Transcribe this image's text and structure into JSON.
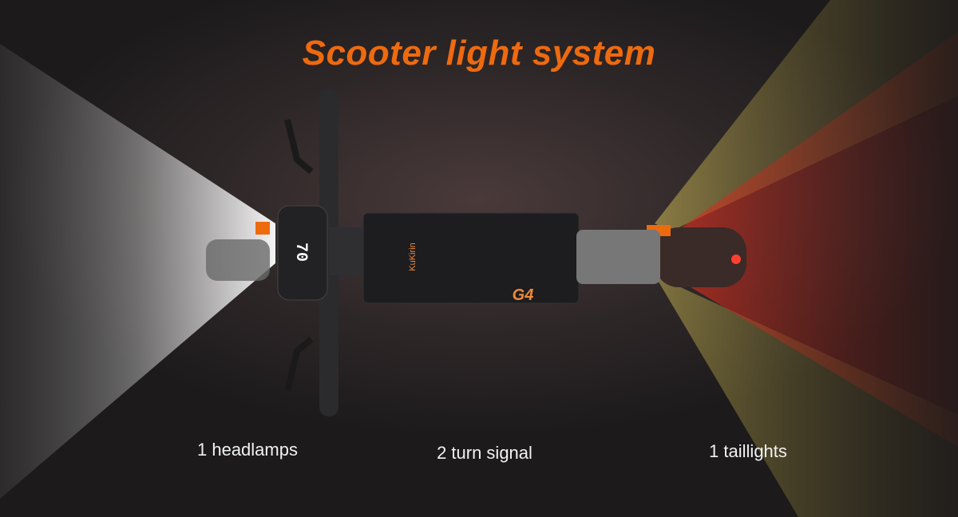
{
  "title": "Scooter light system",
  "labels": {
    "headlamps": "1 headlamps",
    "turn_signal": "2 turn signal",
    "taillights": "1 taillights"
  },
  "scooter": {
    "model_badge": "G4",
    "brand_logo": "KuKirin",
    "display_speed": "70"
  },
  "colors": {
    "accent": "#ee6a0f",
    "headlight": "#e8e8e8",
    "taillight": "#d0301f",
    "turn_signal": "#d8c24a"
  }
}
